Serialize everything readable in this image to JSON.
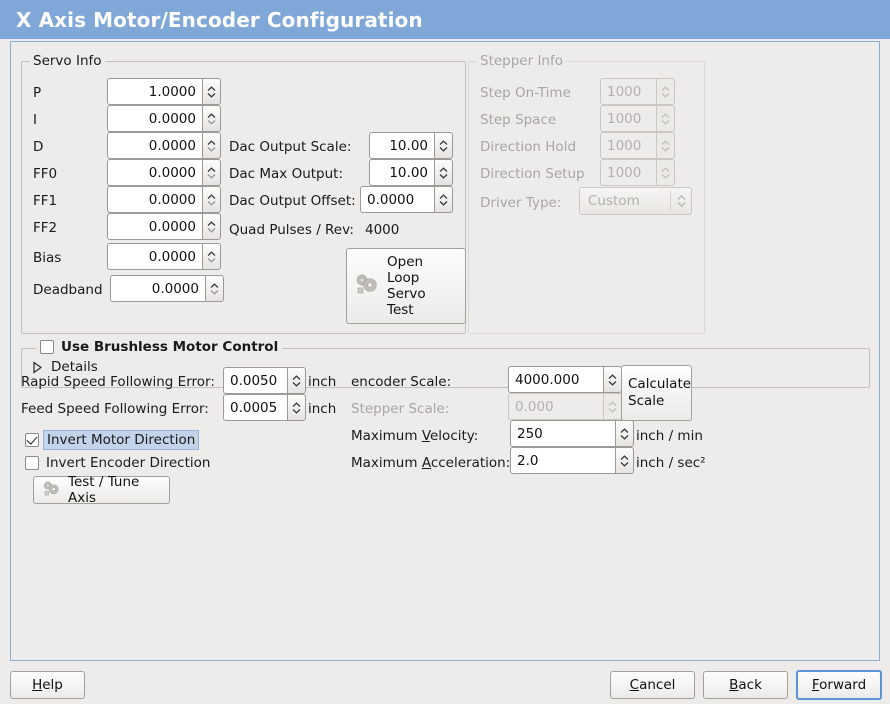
{
  "window": {
    "title": "X Axis Motor/Encoder Configuration",
    "header_color": "#7fa8d8",
    "background_color": "#edecea",
    "focus_color": "#5b93d6"
  },
  "servo_info": {
    "legend": "Servo Info",
    "fields": [
      {
        "label": "P",
        "value": "1.0000"
      },
      {
        "label": "I",
        "value": "0.0000"
      },
      {
        "label": "D",
        "value": "0.0000"
      },
      {
        "label": "FF0",
        "value": "0.0000"
      },
      {
        "label": "FF1",
        "value": "0.0000"
      },
      {
        "label": "FF2",
        "value": "0.0000"
      },
      {
        "label": "Bias",
        "value": "0.0000"
      },
      {
        "label": "Deadband",
        "value": "0.0000"
      }
    ],
    "dac": [
      {
        "label": "Dac Output Scale:",
        "value": "10.00"
      },
      {
        "label": "Dac Max Output:",
        "value": "10.00"
      },
      {
        "label": "Dac Output Offset:",
        "value": "0.0000"
      }
    ],
    "quad_pulses_label": "Quad Pulses / Rev:",
    "quad_pulses_value": "4000",
    "open_loop_button": "Open\nLoop\nServo\nTest",
    "open_loop_lines": [
      "Open",
      "Loop",
      "Servo",
      "Test"
    ]
  },
  "stepper_info": {
    "legend": "Stepper Info",
    "disabled": true,
    "fields": [
      {
        "label": "Step On-Time",
        "value": "1000"
      },
      {
        "label": "Step Space",
        "value": "1000"
      },
      {
        "label": "Direction Hold",
        "value": "1000"
      },
      {
        "label": "Direction Setup",
        "value": "1000"
      }
    ],
    "driver_type_label": "Driver Type:",
    "driver_type_value": "Custom"
  },
  "brushless": {
    "checkbox_label": "Use Brushless Motor Control",
    "checked": false,
    "details_label": "Details",
    "expanded": false
  },
  "following_error": {
    "rapid_label": "Rapid Speed Following Error:",
    "rapid_value": "0.0050",
    "rapid_unit": "inch",
    "feed_label": "Feed Speed Following Error:",
    "feed_value": "0.0005",
    "feed_unit": "inch"
  },
  "invert": {
    "motor_label": "Invert Motor Direction",
    "motor_checked": true,
    "motor_focused": true,
    "encoder_label": "Invert Encoder Direction",
    "encoder_checked": false
  },
  "test_tune_button": "Test / Tune Axis",
  "scale": {
    "encoder_label": "encoder Scale:",
    "encoder_value": "4000.000",
    "stepper_label": "Stepper Scale:",
    "stepper_value": "0.000",
    "stepper_disabled": true,
    "calculate_button_lines": [
      "Calculate",
      "Scale"
    ],
    "max_velocity_label_pre": "Maximum ",
    "max_velocity_label_mnemonic": "V",
    "max_velocity_label_post": "elocity:",
    "max_velocity_value": "250",
    "max_velocity_unit": "inch / min",
    "max_accel_label_pre": "Maximum ",
    "max_accel_label_mnemonic": "A",
    "max_accel_label_post": "cceleration:",
    "max_accel_value": "2.0",
    "max_accel_unit": "inch / sec²"
  },
  "footer": {
    "help": {
      "pre": "",
      "mnemonic": "H",
      "post": "elp"
    },
    "cancel": {
      "pre": "",
      "mnemonic": "C",
      "post": "ancel"
    },
    "back": {
      "pre": "",
      "mnemonic": "B",
      "post": "ack"
    },
    "forward": {
      "pre": "",
      "mnemonic": "F",
      "post": "orward"
    }
  }
}
